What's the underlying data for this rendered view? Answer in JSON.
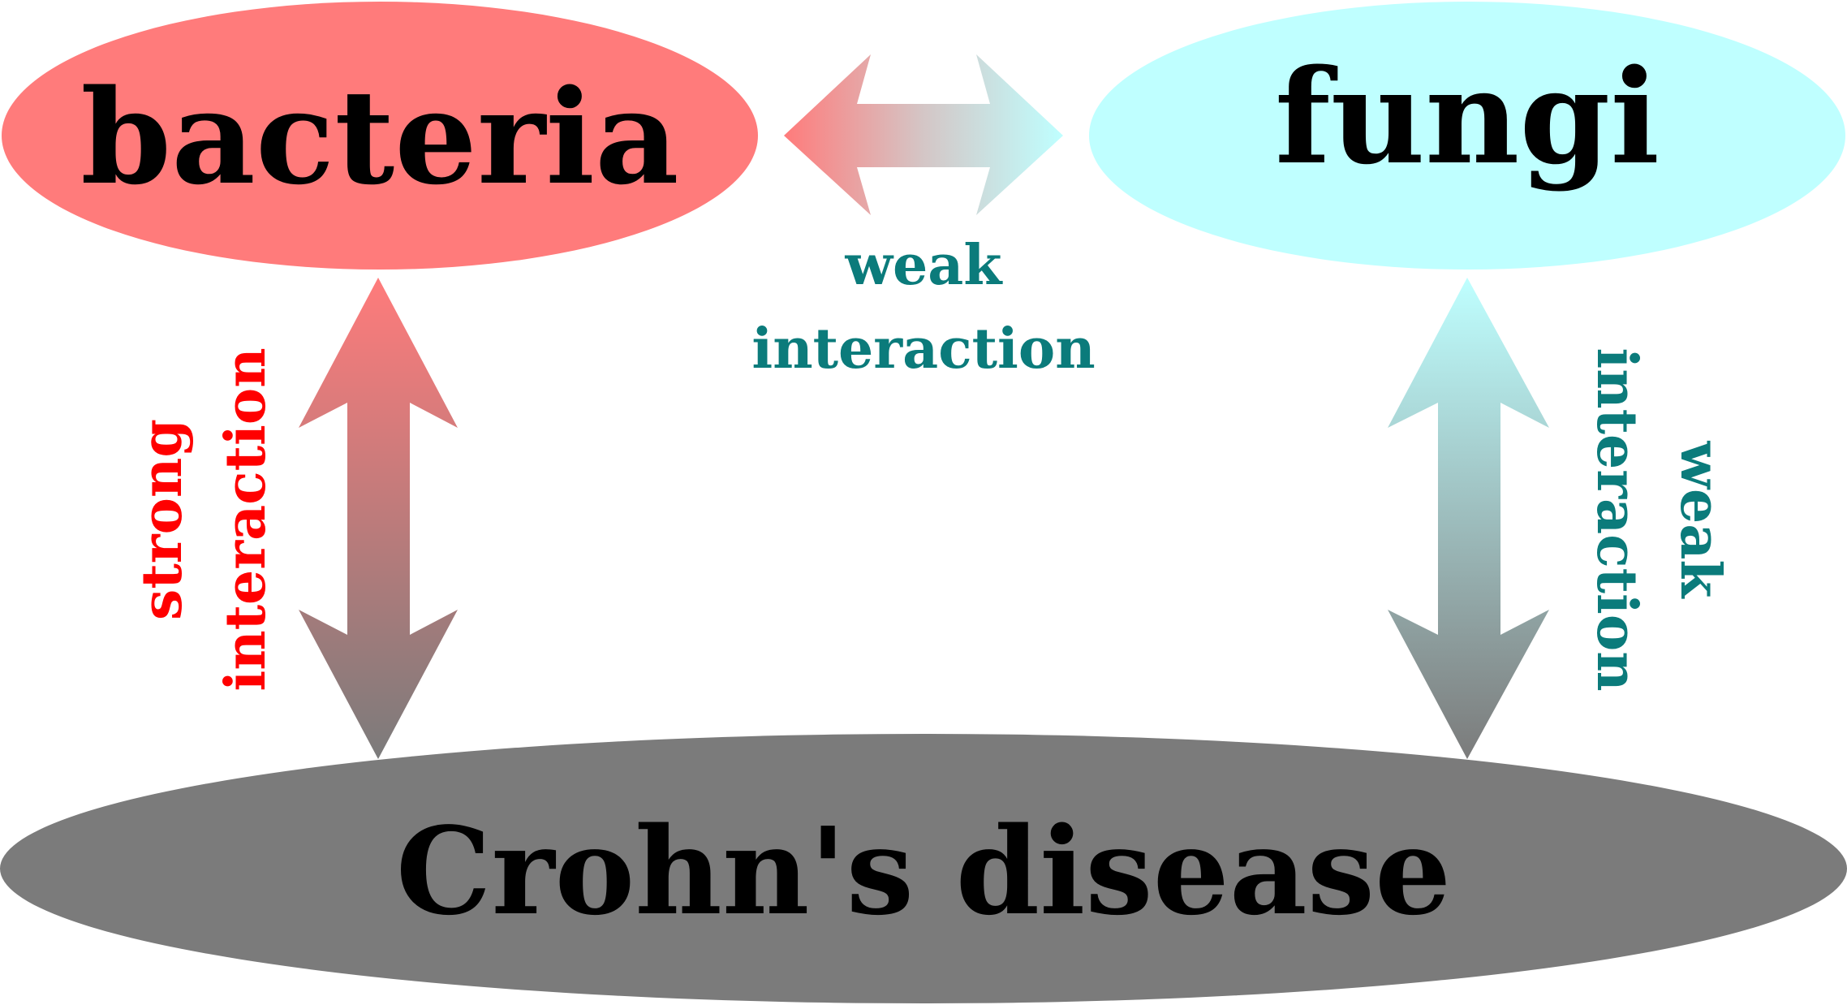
{
  "nodes": {
    "bacteria": {
      "label": "bacteria",
      "color": "#ff7b7b"
    },
    "fungi": {
      "label": "fungi",
      "color": "#bfffff"
    },
    "crohns": {
      "label": "Crohn's disease",
      "color": "#7b7b7b"
    }
  },
  "edges": {
    "bacteria_fungi": {
      "line1": "weak",
      "line2": "interaction",
      "color": "#0b7b7b"
    },
    "bacteria_crohns": {
      "line1": "strong",
      "line2": "interaction",
      "color": "#ff0000"
    },
    "fungi_crohns": {
      "line1": "weak",
      "line2": "interaction",
      "color": "#0b7b7b"
    }
  },
  "colors": {
    "bacteria_fill": "#ff7b7b",
    "fungi_fill": "#bfffff",
    "crohns_fill": "#7b7b7b",
    "strong_text": "#ff0000",
    "weak_text": "#0b7b7b"
  }
}
